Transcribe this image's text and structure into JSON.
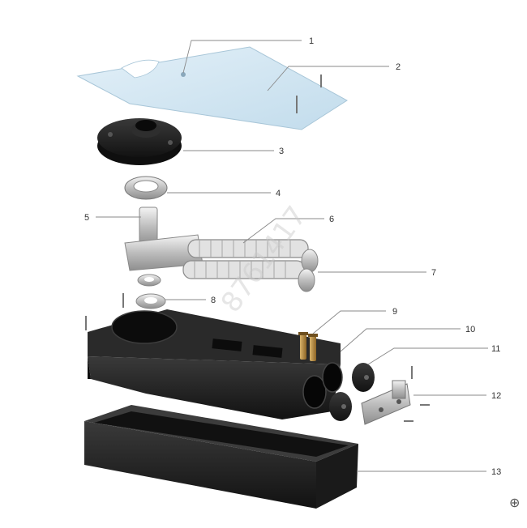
{
  "callouts": [
    {
      "label": "1"
    },
    {
      "label": "2"
    },
    {
      "label": "3"
    },
    {
      "label": "4"
    },
    {
      "label": "5"
    },
    {
      "label": "6"
    },
    {
      "label": "7"
    },
    {
      "label": "8"
    },
    {
      "label": "9"
    },
    {
      "label": "10"
    },
    {
      "label": "11"
    },
    {
      "label": "12"
    },
    {
      "label": "13"
    }
  ],
  "watermark": {
    "text": "8761417"
  },
  "corner_icon": {
    "glyph": "⊕"
  },
  "colors": {
    "cover_plate": "#cfe4f1",
    "black_part": "#1b1b1b",
    "steel": "#c4c4c4",
    "brass": "#b88a3a",
    "leader": "#8a8a8a"
  }
}
